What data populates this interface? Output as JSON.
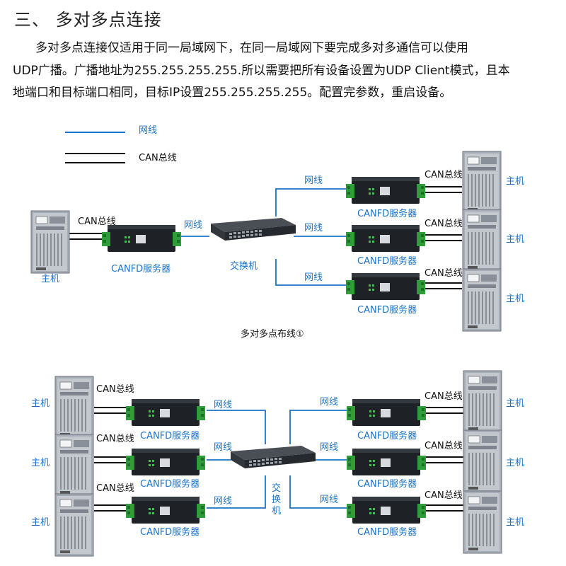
{
  "heading": "三、 多对多点连接",
  "paragraph": {
    "line1": "多对多点连接仅适用于同一局域网下，在同一局域网下要完成多对多通信可以使用",
    "line2": "UDP广播。广播地址为255.255.255.255.所以需要把所有设备设置为UDP Client模式，且本",
    "line3": "地端口和目标端口相同，目标IP设置255.255.255.255。配置完参数，重启设备。"
  },
  "legend": {
    "network": "网线",
    "can": "CAN总线"
  },
  "labels": {
    "host": "主机",
    "can_bus": "CAN总线",
    "network": "网线",
    "server": "CANFD服务器",
    "switch": "交换机",
    "switch_v1": "交",
    "switch_v2": "换",
    "switch_v3": "机"
  },
  "caption": "多对多点布线①",
  "colors": {
    "network_line": "#1a73c8",
    "can_line": "#111111",
    "label_blue": "#1a73c8",
    "terminal": "#2f9e3a"
  }
}
